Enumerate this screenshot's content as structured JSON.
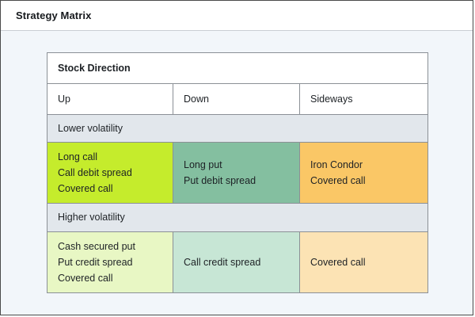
{
  "window": {
    "title": "Strategy Matrix"
  },
  "matrix": {
    "header_label": "Stock Direction",
    "columns": [
      "Up",
      "Down",
      "Sideways"
    ],
    "bands": [
      {
        "label": "Lower volatility",
        "cells": [
          {
            "color": "#c5ec2c",
            "items": [
              "Long call",
              "Call debit spread",
              "Covered call"
            ]
          },
          {
            "color": "#84bfa0",
            "items": [
              "Long put",
              "Put debit spread"
            ]
          },
          {
            "color": "#fac766",
            "items": [
              "Iron Condor",
              "Covered call"
            ]
          }
        ]
      },
      {
        "label": "Higher volatility",
        "cells": [
          {
            "color": "#e8f7c4",
            "items": [
              "Cash secured put",
              "Put credit spread",
              "Covered call"
            ]
          },
          {
            "color": "#c7e6d5",
            "items": [
              "Call credit spread"
            ]
          },
          {
            "color": "#fce3b4",
            "items": [
              "Covered call"
            ]
          }
        ]
      }
    ]
  },
  "colors": {
    "page_background": "#f2f6fa",
    "titlebar_background": "#ffffff",
    "band_background": "#e2e7ec",
    "border": "#8b9096",
    "window_border": "#4a4a4a",
    "text": "#1d2125"
  }
}
